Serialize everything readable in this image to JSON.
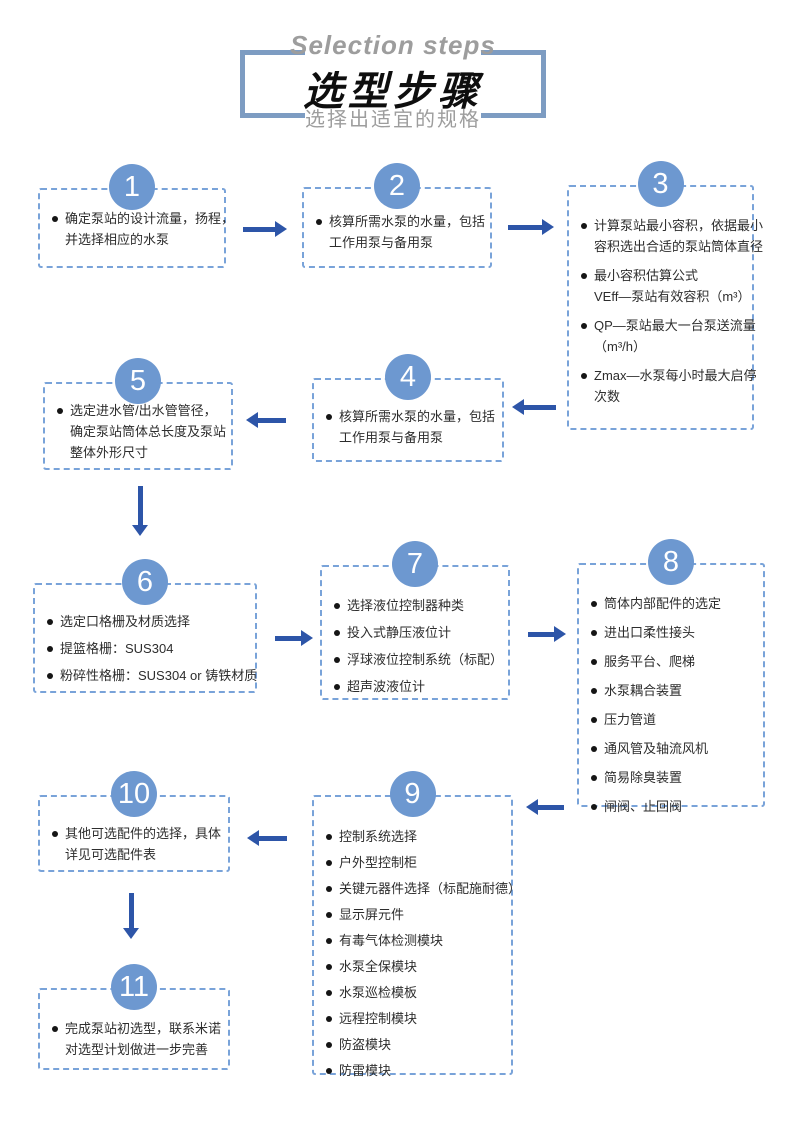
{
  "header": {
    "title_en": "Selection steps",
    "title_zh": "选型步骤",
    "subtitle": "选择出适宜的规格"
  },
  "colors": {
    "circle": "#6d98d0",
    "border": "#79a3d9",
    "arrow": "#2d55a8",
    "bracket": "#7d9cc2",
    "muted": "#9d9d9d",
    "text": "#2d2d2d"
  },
  "steps": [
    {
      "number": "1",
      "items": [
        "确定泵站的设计流量，扬程，\n并选择相应的水泵"
      ]
    },
    {
      "number": "2",
      "items": [
        "核算所需水泵的水量，包括\n工作用泵与备用泵"
      ]
    },
    {
      "number": "3",
      "items": [
        "计算泵站最小容积，依据最小\n容积选出合适的泵站筒体直径",
        "最小容积估算公式\nVEff—泵站有效容积（m³）",
        "QP—泵站最大一台泵送流量\n（m³/h）",
        "Zmax—水泵每小时最大启停\n次数"
      ]
    },
    {
      "number": "4",
      "items": [
        "核算所需水泵的水量，包括\n工作用泵与备用泵"
      ]
    },
    {
      "number": "5",
      "items": [
        "选定进水管/出水管管径，\n确定泵站筒体总长度及泵站\n整体外形尺寸"
      ]
    },
    {
      "number": "6",
      "items": [
        "选定口格栅及材质选择",
        "提篮格栅：SUS304",
        "粉碎性格栅：SUS304 or 铸铁材质"
      ]
    },
    {
      "number": "7",
      "items": [
        "选择液位控制器种类",
        "投入式静压液位计",
        "浮球液位控制系统（标配）",
        "超声波液位计"
      ]
    },
    {
      "number": "8",
      "items": [
        "筒体内部配件的选定",
        "进出口柔性接头",
        "服务平台、爬梯",
        "水泵耦合装置",
        "压力管道",
        "通风管及轴流风机",
        "简易除臭装置",
        "闸阀、止回阀"
      ]
    },
    {
      "number": "9",
      "items": [
        "控制系统选择",
        "户外型控制柜",
        "关键元器件选择（标配施耐德）",
        "显示屏元件",
        "有毒气体检测模块",
        "水泵全保模块",
        "水泵巡检模板",
        "远程控制模块",
        "防盗模块",
        "防雷模块"
      ]
    },
    {
      "number": "10",
      "items": [
        "其他可选配件的选择，具体\n详见可选配件表"
      ]
    },
    {
      "number": "11",
      "items": [
        "完成泵站初选型，联系米诺\n对选型计划做进一步完善"
      ]
    }
  ]
}
